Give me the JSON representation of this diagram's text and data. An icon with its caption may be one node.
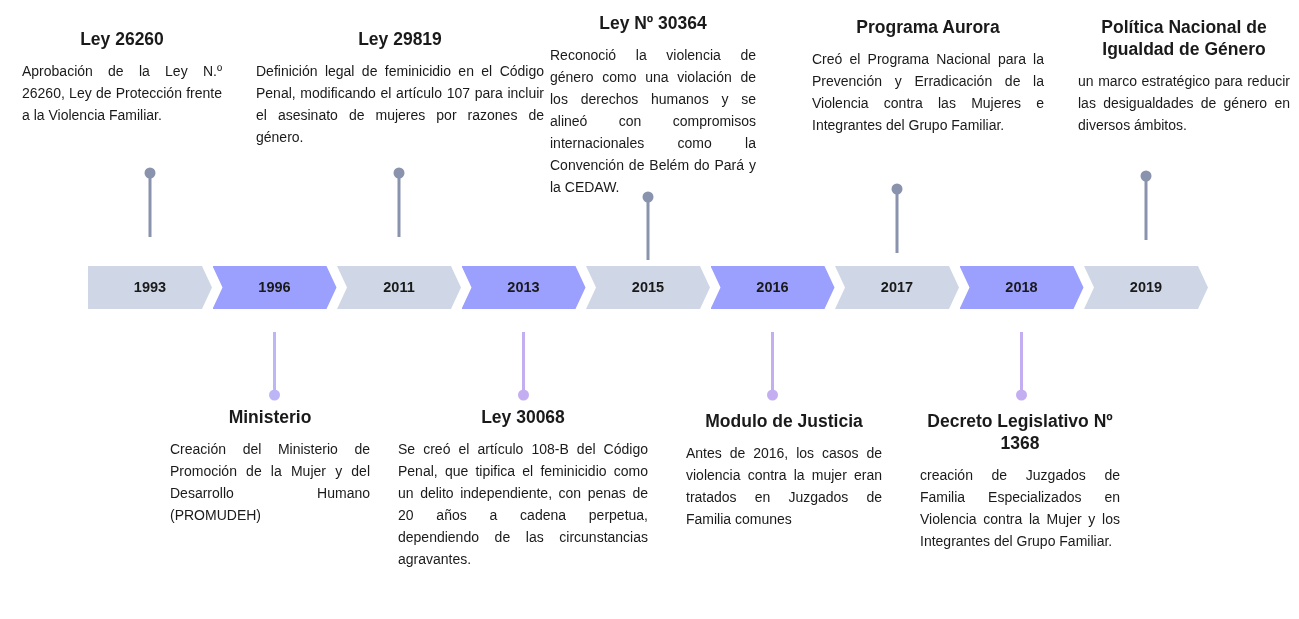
{
  "diagram": {
    "nodes": [
      {
        "text": [
          "1993"
        ]
      },
      {
        "text": [
          "1996"
        ]
      },
      {
        "text": [
          "2011"
        ]
      },
      {
        "text": [
          "2013"
        ]
      },
      {
        "text": [
          "2015"
        ]
      },
      {
        "text": [
          "2016"
        ]
      },
      {
        "text": [
          "2017"
        ]
      },
      {
        "text": [
          "2018"
        ]
      },
      {
        "text": [
          "2019"
        ]
      },
      {
        "text": [
          "Ley 26260",
          "Aprobación de la Ley N.º 26260, Ley de Protección frente a la Violencia Familiar."
        ]
      },
      {
        "text": [
          "Ministerio",
          "Creación del Ministerio de Promoción de la Mujer y del Desarrollo Humano (PROMUDEH)"
        ]
      },
      {
        "text": [
          "Ley 29819",
          "Definición legal de feminicidio en el Código Penal, modificando el artículo 107 para incluir el asesinato de mujeres por razones de género."
        ]
      },
      {
        "text": [
          "Ley 30068",
          "Se creó el artículo 108-B del Código Penal, que tipifica el feminicidio como un delito independiente, con penas de 20 años a cadena perpetua, dependiendo de las circunstancias agravantes."
        ]
      },
      {
        "text": [
          "Ley Nº 30364",
          "Reconoció la violencia de género como una violación de los derechos humanos y se alineó con compromisos internacionales como la Convención de Belém do Pará y la CEDAW."
        ]
      },
      {
        "text": [
          "Modulo de Justicia",
          "Antes de 2016, los casos de violencia contra la mujer eran tratados en Juzgados de Familia comunes"
        ]
      },
      {
        "text": [
          "Programa Aurora",
          "Creó el Programa Nacional para la Prevención y Erradicación de la Violencia contra las Mujeres e Integrantes del Grupo Familiar."
        ]
      },
      {
        "text": [
          "Decreto Legislativo Nº 1368",
          "creación de Juzgados de Familia Especializados en Violencia contra la Mujer y los Integrantes del Grupo Familiar."
        ]
      },
      {
        "text": [
          "Política Nacional de Igualdad de Género",
          "un marco estratégico para reducir las desigualdades de género en diversos ámbitos."
        ]
      }
    ],
    "edges": [
      {
        "from": 0,
        "to": 9,
        "arrow": "other"
      },
      {
        "from": 1,
        "to": 10,
        "arrow": "other",
        "color": "#bcb6f7"
      },
      {
        "from": 2,
        "to": 11,
        "arrow": "other"
      },
      {
        "from": 3,
        "to": 12,
        "arrow": "other",
        "color": "#c4aef2"
      },
      {
        "from": 4,
        "to": 13,
        "arrow": "other"
      },
      {
        "from": 5,
        "to": 14,
        "arrow": "other",
        "color": "#c4aef2"
      },
      {
        "from": 6,
        "to": 15,
        "arrow": "other"
      },
      {
        "from": 7,
        "to": 16,
        "arrow": "other",
        "color": "#c4aef2"
      },
      {
        "from": 8,
        "to": 17,
        "arrow": "other"
      }
    ]
  }
}
